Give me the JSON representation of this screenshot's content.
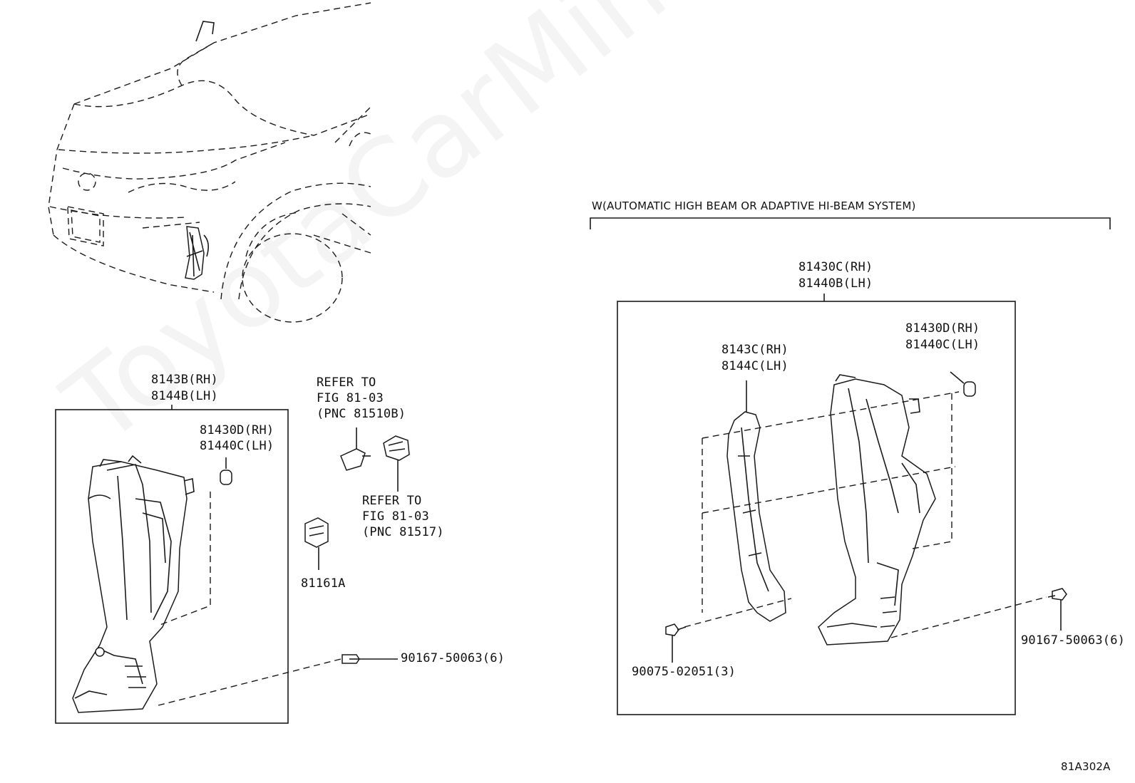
{
  "watermark": "ToyotaCarMine.ru",
  "figure_code": "81A302A",
  "group_heading": "W(AUTOMATIC HIGH BEAM OR ADAPTIVE HI-BEAM SYSTEM)",
  "left_group": {
    "assembly_rh": "8143B(RH)",
    "assembly_lh": "8144B(LH)",
    "cap_rh": "81430D(RH)",
    "cap_lh": "81440C(LH)",
    "bolt": "90167-50063(6)",
    "socket": "81161A",
    "ref1_line1": "REFER TO",
    "ref1_line2": "FIG 81-03",
    "ref1_line3": "(PNC 81510B)",
    "ref2_line1": "REFER TO",
    "ref2_line2": "FIG 81-03",
    "ref2_line3": "(PNC 81517)"
  },
  "right_group": {
    "outer_rh": "81430C(RH)",
    "outer_lh": "81440B(LH)",
    "bracket_rh": "8143C(RH)",
    "bracket_lh": "8144C(LH)",
    "cap_rh": "81430D(RH)",
    "cap_lh": "81440C(LH)",
    "screw": "90075-02051(3)",
    "bolt": "90167-50063(6)"
  }
}
